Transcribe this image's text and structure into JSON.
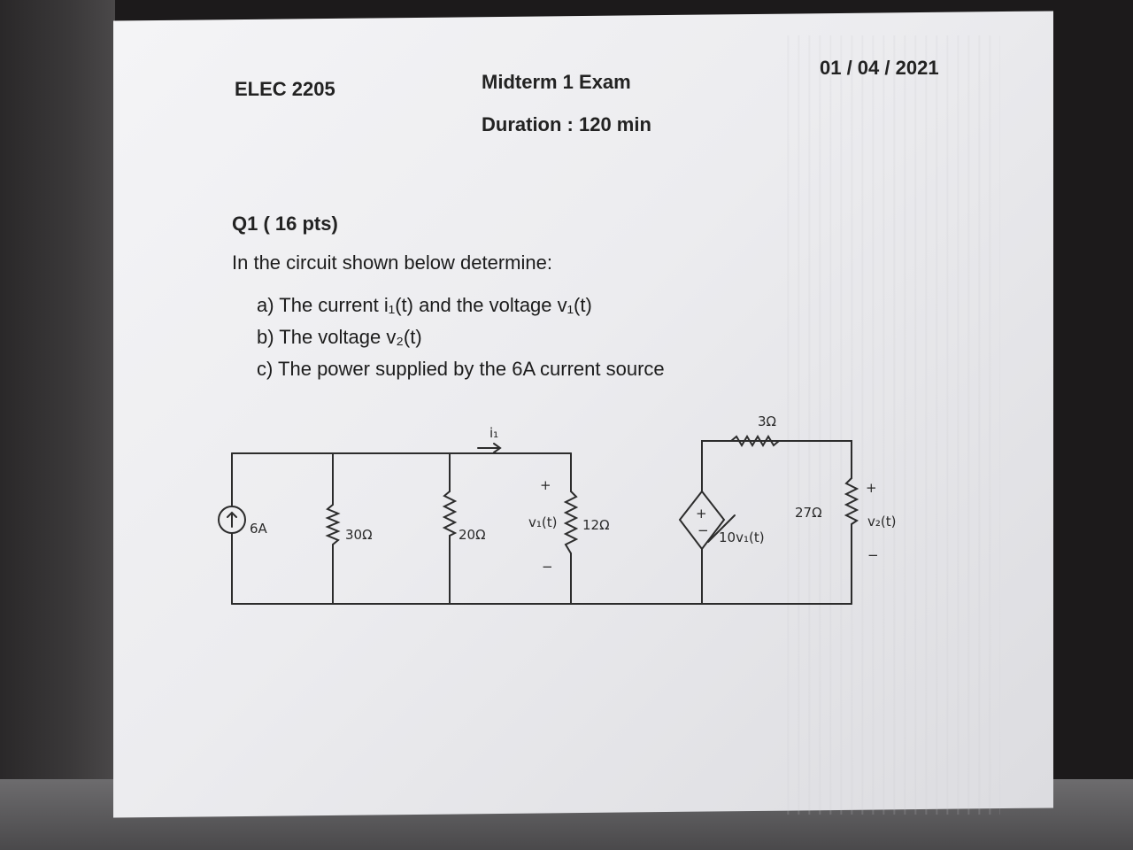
{
  "header": {
    "course": "ELEC 2205",
    "exam_title": "Midterm 1  Exam",
    "date": "01 / 04 / 2021",
    "duration": "Duration : 120 min"
  },
  "question": {
    "title": "Q1 ( 16 pts)",
    "intro": "In the circuit shown below determine:",
    "items": [
      "a) The current i₁(t) and the voltage v₁(t)",
      "b) The voltage v₂(t)",
      "c) The power supplied by the 6A current source"
    ]
  },
  "circuit": {
    "current_label": "i₁",
    "source_label": "6A",
    "r30_label": "30Ω",
    "r20_label": "20Ω",
    "r12_label": "12Ω",
    "v1_label": "v₁(t)",
    "r3_label": "3Ω",
    "dep_label": "10v₁(t)",
    "r27_label": "27Ω",
    "v2_label": "v₂(t)",
    "plus": "+",
    "minus": "−"
  }
}
